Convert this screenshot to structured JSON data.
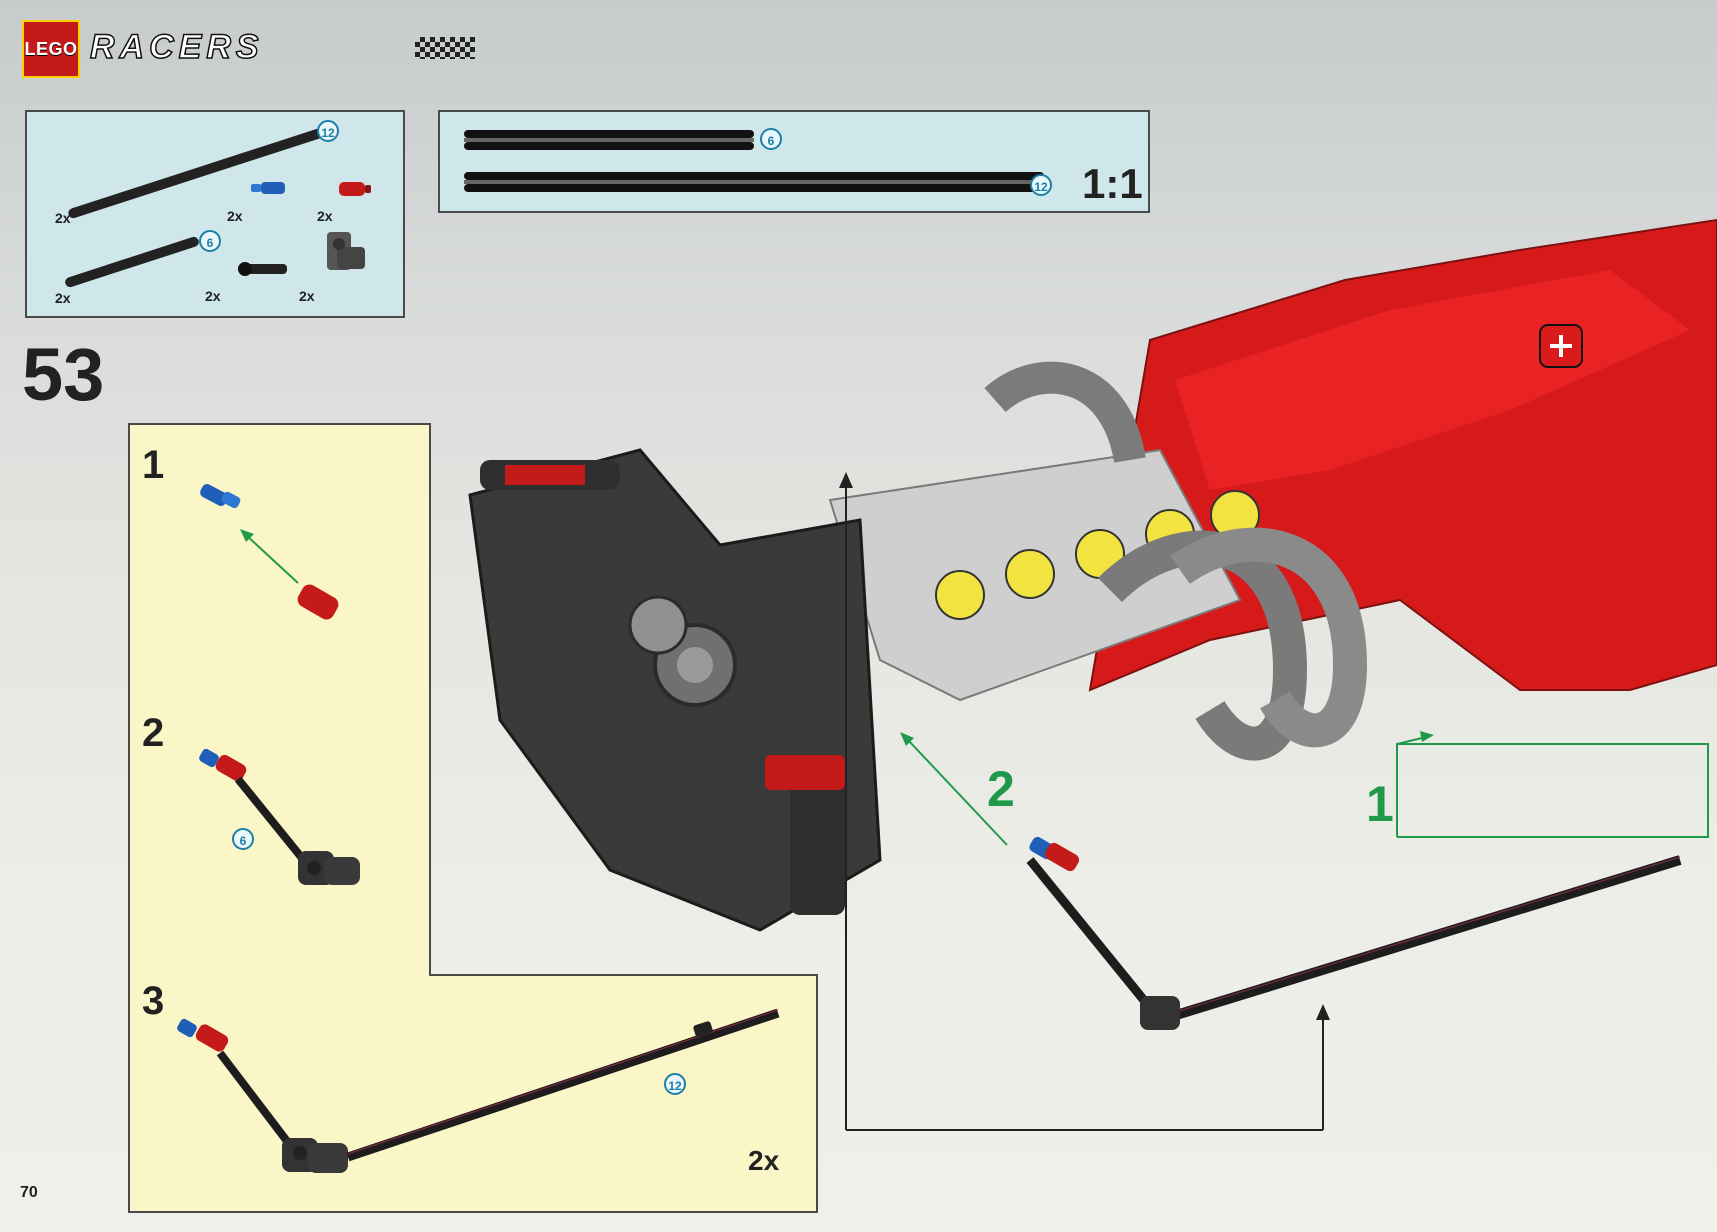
{
  "header": {
    "lego_logo": "LEGO",
    "series_title": "RACERS"
  },
  "parts_list": {
    "items": [
      {
        "qty": "2x",
        "size_label": "12"
      },
      {
        "qty": "2x",
        "size_label": ""
      },
      {
        "qty": "2x",
        "size_label": ""
      },
      {
        "qty": "2x",
        "size_label": "6"
      },
      {
        "qty": "2x",
        "size_label": ""
      },
      {
        "qty": "2x",
        "size_label": ""
      }
    ]
  },
  "scale_panel": {
    "rod_6_label": "6",
    "rod_12_label": "12",
    "scale_text": "1:1"
  },
  "step": {
    "number": "53"
  },
  "sub_steps": [
    {
      "number": "1"
    },
    {
      "number": "2",
      "rod_label": "6"
    },
    {
      "number": "3",
      "rod_label": "12",
      "multiplier": "2x"
    }
  ],
  "callouts": {
    "left_label": "2",
    "right_label": "1"
  },
  "footer": {
    "page_number": "70"
  },
  "colors": {
    "accent_green": "#1f9a4a",
    "parts_panel_bg": "#cfe6ea",
    "substep_bg": "#fbf6c7",
    "lego_red": "#c51a1a"
  },
  "icons": [
    "lego-logo",
    "racers-logo",
    "axle-icon",
    "connector-pin-icon",
    "angled-connector-icon",
    "arrow-icon"
  ]
}
